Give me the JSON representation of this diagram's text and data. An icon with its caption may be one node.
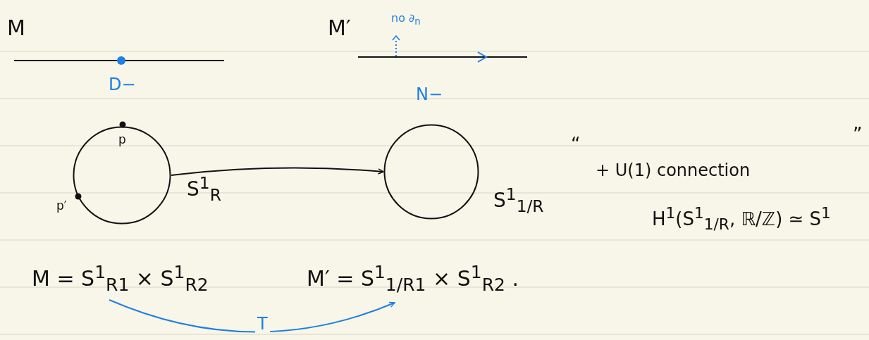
{
  "diagram": {
    "nodes": [
      {
        "text": [],
        "shape": "circle",
        "beside": [
          "S$^{1}$$_{R}$"
        ]
      },
      {
        "text": [],
        "shape": "circle",
        "beside": [
          "S$^{1}$$_{1/R}$"
        ]
      },
      {
        "text": [
          "M = S$^{1}$$_{R1}$ × S$^{1}$$_{R2}$"
        ]
      },
      {
        "text": [
          "M′ = S$^{1}$$_{1/R1}$ × S$^{1}$$_{R2}$ ."
        ]
      }
    ],
    "edges": [
      {
        "from": 0,
        "to": 1,
        "arrow": "to"
      },
      {
        "from": 2,
        "to": 3,
        "arrow": "to",
        "label": "T",
        "color": "#1f7fe6"
      }
    ],
    "labels": [
      "M",
      "M′",
      "no ∂$_{n}$",
      "D−",
      "N−",
      "p",
      "p′",
      "“",
      "”",
      "+ U(1) connection",
      "H$^{1}$(S$^{1}$$_{1/R}$, ℝ/ℤ) ≃ S$^{1}$"
    ]
  }
}
